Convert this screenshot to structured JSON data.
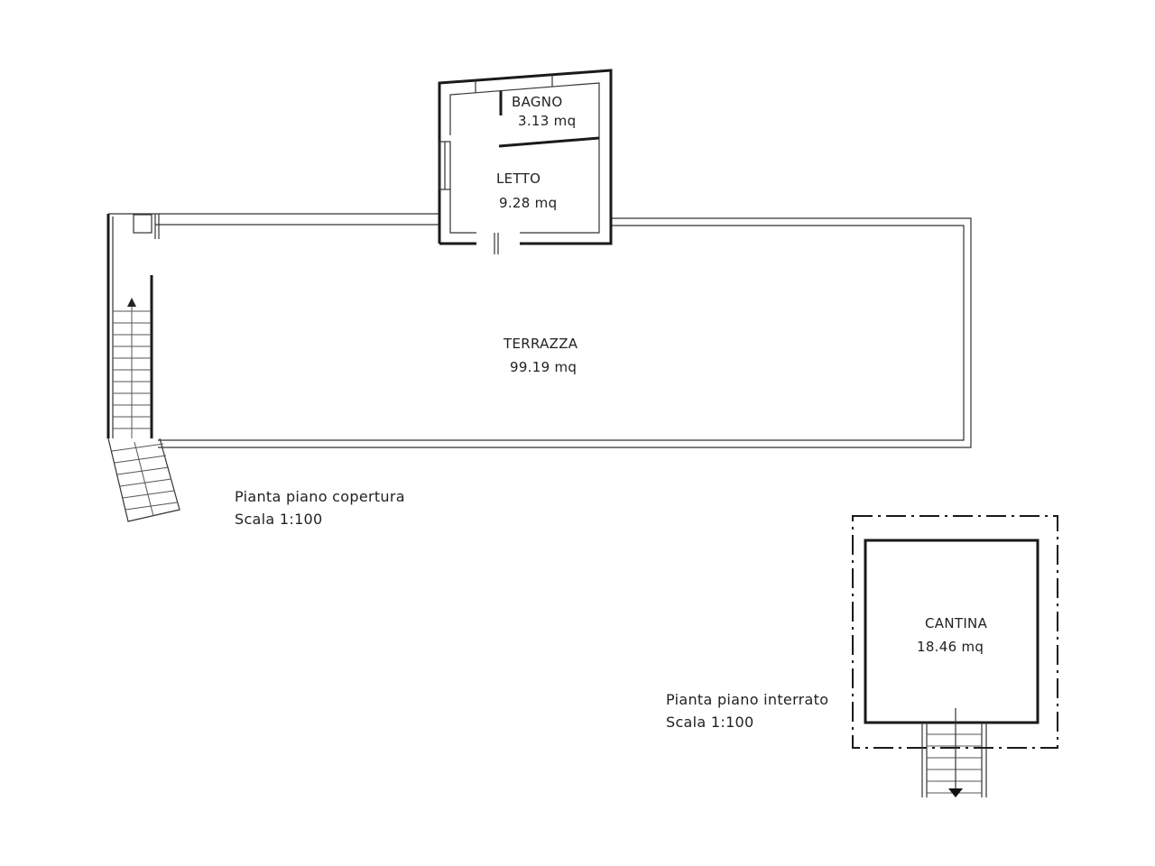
{
  "rooms": {
    "bagno": {
      "name": "BAGNO",
      "area": "3.13  mq"
    },
    "letto": {
      "name": "LETTO",
      "area": "9.28  mq"
    },
    "terrazza": {
      "name": "TERRAZZA",
      "area": "99.19  mq"
    },
    "cantina": {
      "name": "CANTINA",
      "area": "18.46  mq"
    }
  },
  "captions": {
    "roof": {
      "title": "Pianta  piano  copertura",
      "scale": "Scala  1:100"
    },
    "basement": {
      "title": "Pianta  piano  interrato",
      "scale": "Scala  1:100"
    }
  }
}
